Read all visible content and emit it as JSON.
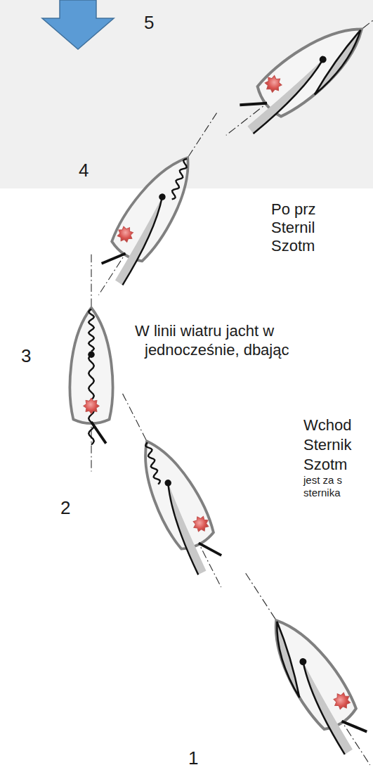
{
  "diagram": {
    "labels": [
      "5",
      "4",
      "Po prz",
      "Sternil",
      "Szotm",
      "3",
      "W linii wiatru jacht w",
      "jednocześnie, dbając",
      "Wchod",
      "Sternik",
      "Szotm",
      "2",
      "jest za s",
      "sternika",
      "1"
    ]
  }
}
